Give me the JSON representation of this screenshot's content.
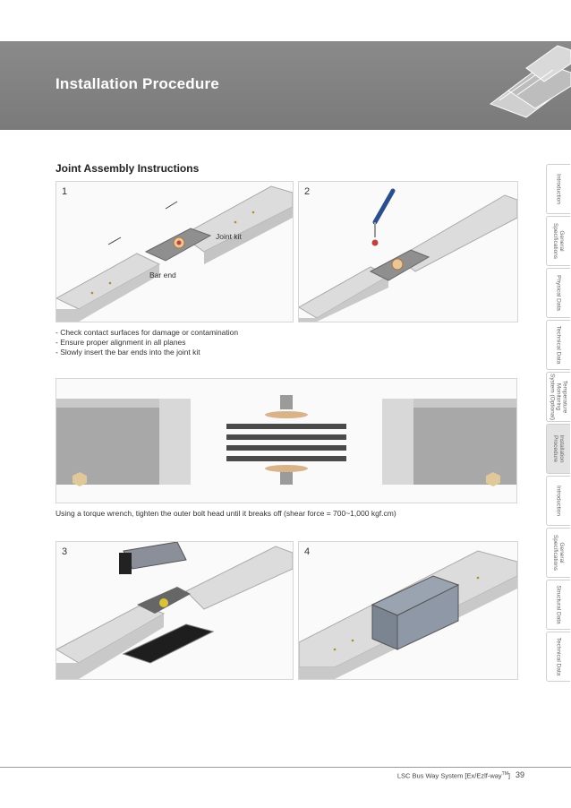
{
  "header": {
    "title": "Installation Procedure"
  },
  "section": {
    "title": "Joint Assembly Instructions"
  },
  "steps": [
    {
      "number": "1"
    },
    {
      "number": "2"
    },
    {
      "number": "3"
    },
    {
      "number": "4"
    }
  ],
  "step1_labels": {
    "joint_kit": "Joint kit",
    "bar_end": "Bar end"
  },
  "instructions": [
    "- Check contact surfaces for damage or contamination",
    "- Ensure proper alignment in all planes",
    "- Slowly insert the bar ends into the joint kit"
  ],
  "torque_caption": "Using a torque wrench, tighten the outer bolt head until it breaks off (shear force = 700~1,000 kgf.cm)",
  "side_tabs": [
    {
      "label": "Introduction",
      "active": false
    },
    {
      "label": "General\nSpecifications",
      "active": false
    },
    {
      "label": "Physical Data",
      "active": false
    },
    {
      "label": "Technical Data",
      "active": false
    },
    {
      "label": "Temperature\nMonitoring\nSystem (Optional)",
      "active": false
    },
    {
      "label": "Installation\nProcedure",
      "active": true
    },
    {
      "label": "Introduction",
      "active": false
    },
    {
      "label": "General\nSpecifications",
      "active": false
    },
    {
      "label": "Structural Data",
      "active": false
    },
    {
      "label": "Technical Data",
      "active": false
    }
  ],
  "footer": {
    "product": "LSC Bus Way System [Ex/Ezlf-way",
    "tm": "TM",
    "close": "]",
    "page": "39"
  },
  "colors": {
    "banner": "#7f7f7f",
    "accent": "#2a4f8a"
  }
}
